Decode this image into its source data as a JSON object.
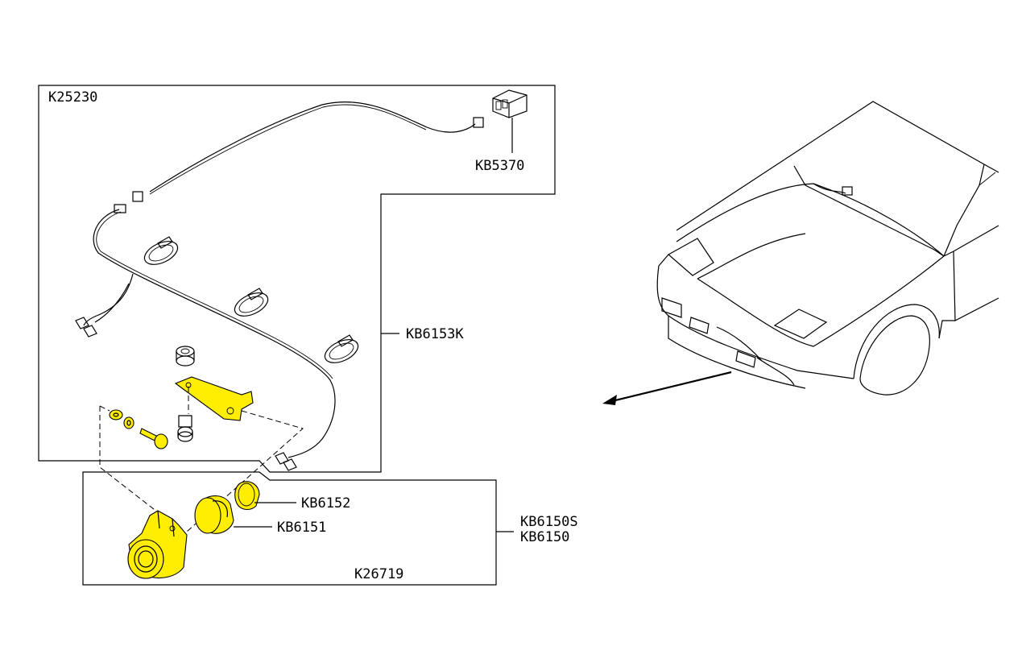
{
  "diagram": {
    "labels": {
      "harness_group": "K25230",
      "connector": "KB5370",
      "harness": "KB6153K",
      "bulb_cover": "KB6152",
      "bulb": "KB6151",
      "lamp_assembly_s": "KB6150S",
      "lamp_assembly": "KB6150",
      "lamp_group": "K26719"
    },
    "colors": {
      "highlight": "#ffee00",
      "line": "#000000",
      "background": "#ffffff"
    }
  }
}
